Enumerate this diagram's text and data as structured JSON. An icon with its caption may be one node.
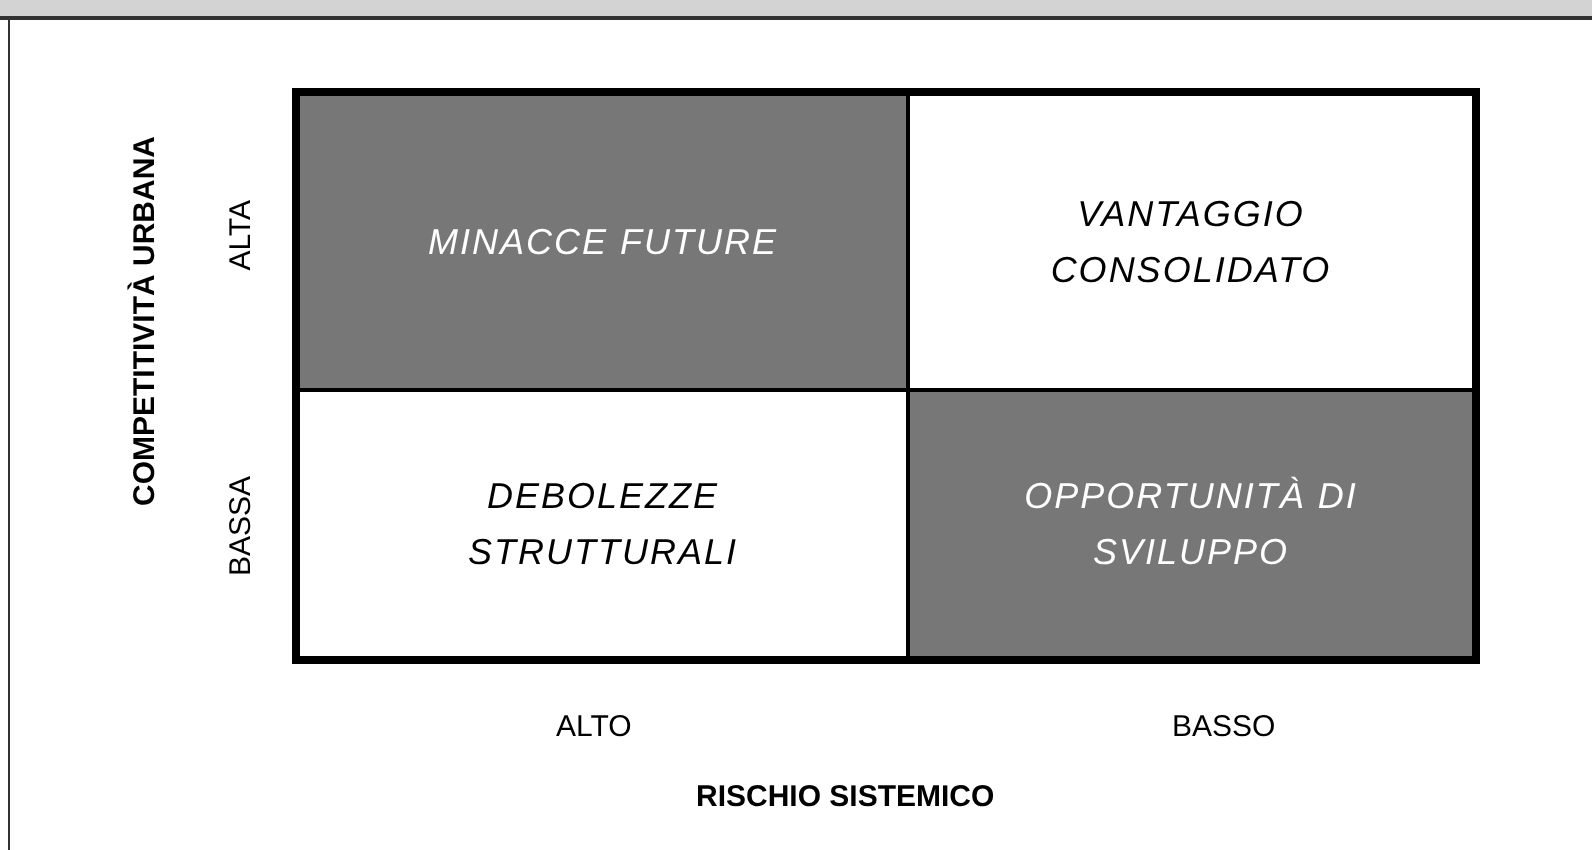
{
  "diagram": {
    "nodes": [
      {
        "text": [
          "MINACCE FUTURE"
        ]
      },
      {
        "text": [
          "VANTAGGIO CONSOLIDATO"
        ]
      },
      {
        "text": [
          "DEBOLEZZE STRUTTURALI"
        ]
      },
      {
        "text": [
          "OPPORTUNITÀ DI SVILUPPO"
        ]
      }
    ],
    "edges": [],
    "labels": [
      "COMPETITIVITÀ URBANA",
      "ALTA",
      "BASSA",
      "ALTO",
      "BASSO",
      "RISCHIO SISTEMICO"
    ]
  }
}
